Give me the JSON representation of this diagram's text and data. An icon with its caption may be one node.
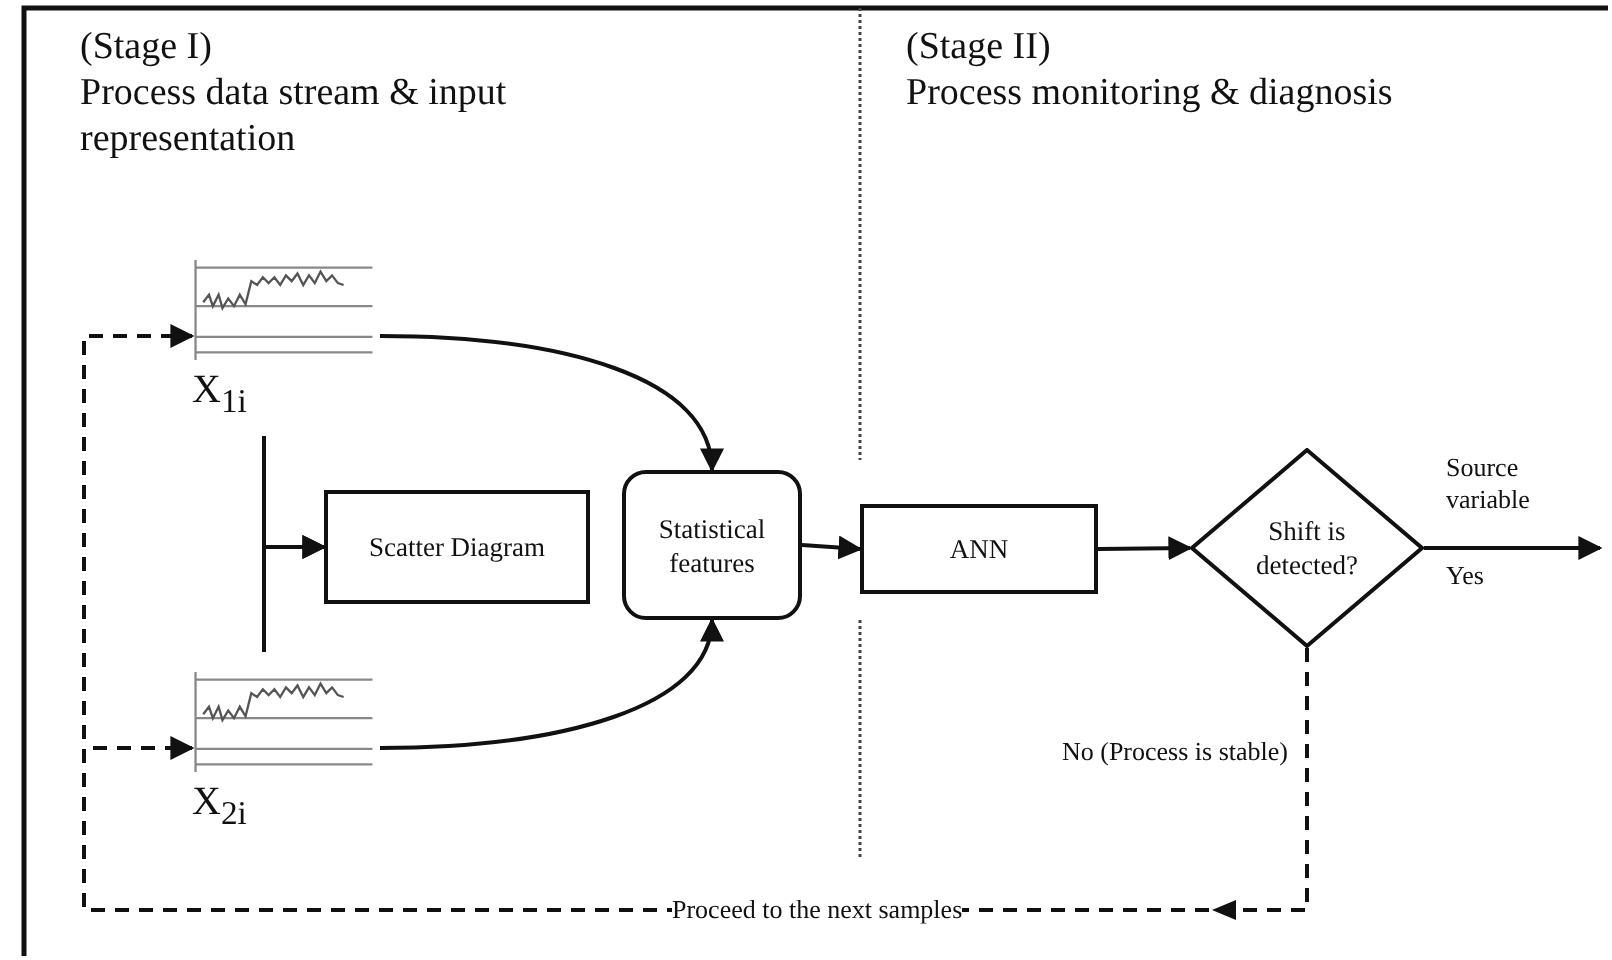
{
  "diagram": {
    "nodes": [
      {
        "text": [
          "X$_{1i}$"
        ]
      },
      {
        "text": [
          "X$_{2i}$"
        ]
      },
      {
        "text": [
          "Scatter Diagram"
        ]
      },
      {
        "text": [
          "Statistical features"
        ]
      },
      {
        "text": [
          "ANN"
        ]
      },
      {
        "text": [
          "Shift is detected?"
        ]
      }
    ],
    "edges": [
      {
        "from": 0,
        "to": 3,
        "arrow": "to"
      },
      {
        "from": 1,
        "to": 3,
        "arrow": "to"
      },
      {
        "from": 0,
        "to": 2,
        "arrow": "to"
      },
      {
        "from": 1,
        "to": 2,
        "arrow": "to"
      },
      {
        "from": 3,
        "to": 4,
        "arrow": "to"
      },
      {
        "from": 4,
        "to": 5,
        "arrow": "to"
      },
      {
        "from": 5,
        "to": null,
        "arrow": "to",
        "label": "Yes"
      },
      {
        "from": 5,
        "to": 0,
        "arrow": "to",
        "style": "dashed",
        "label": "No (Process is stable)"
      },
      {
        "from": 5,
        "to": 1,
        "arrow": "to",
        "style": "dashed",
        "label": "Proceed to the next samples"
      }
    ],
    "labels": [
      "(Stage I)",
      "Process data stream & input representation",
      "(Stage II)",
      "Process monitoring & diagnosis",
      "Source variable"
    ]
  }
}
